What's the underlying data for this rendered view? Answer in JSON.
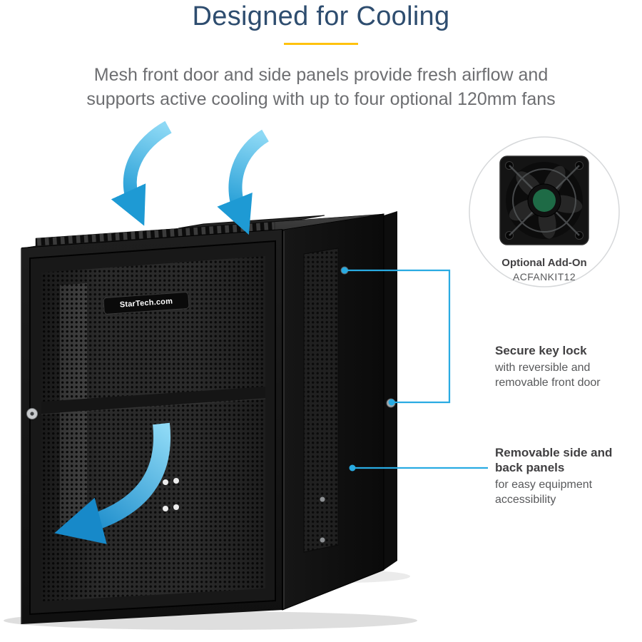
{
  "header": {
    "title": "Designed for Cooling",
    "subtitle_line1": "Mesh front door and side panels provide fresh airflow and",
    "subtitle_line2": "supports active cooling with up to four optional 120mm fans"
  },
  "product": {
    "brand": "StarTech.com"
  },
  "addon": {
    "label": "Optional Add-On",
    "model": "ACFANKIT12"
  },
  "callouts": {
    "key_lock": {
      "heading": "Secure key lock",
      "body": "with reversible and removable front door"
    },
    "panels": {
      "heading": "Removable side and back panels",
      "body": "for easy equipment accessibility"
    }
  },
  "colors": {
    "title_color": "#2e4d6f",
    "accent_underline": "#ffc20e",
    "subtitle_color": "#6d6e71",
    "callout_line": "#29abe2",
    "callout_heading": "#414042",
    "callout_body": "#58595b"
  }
}
